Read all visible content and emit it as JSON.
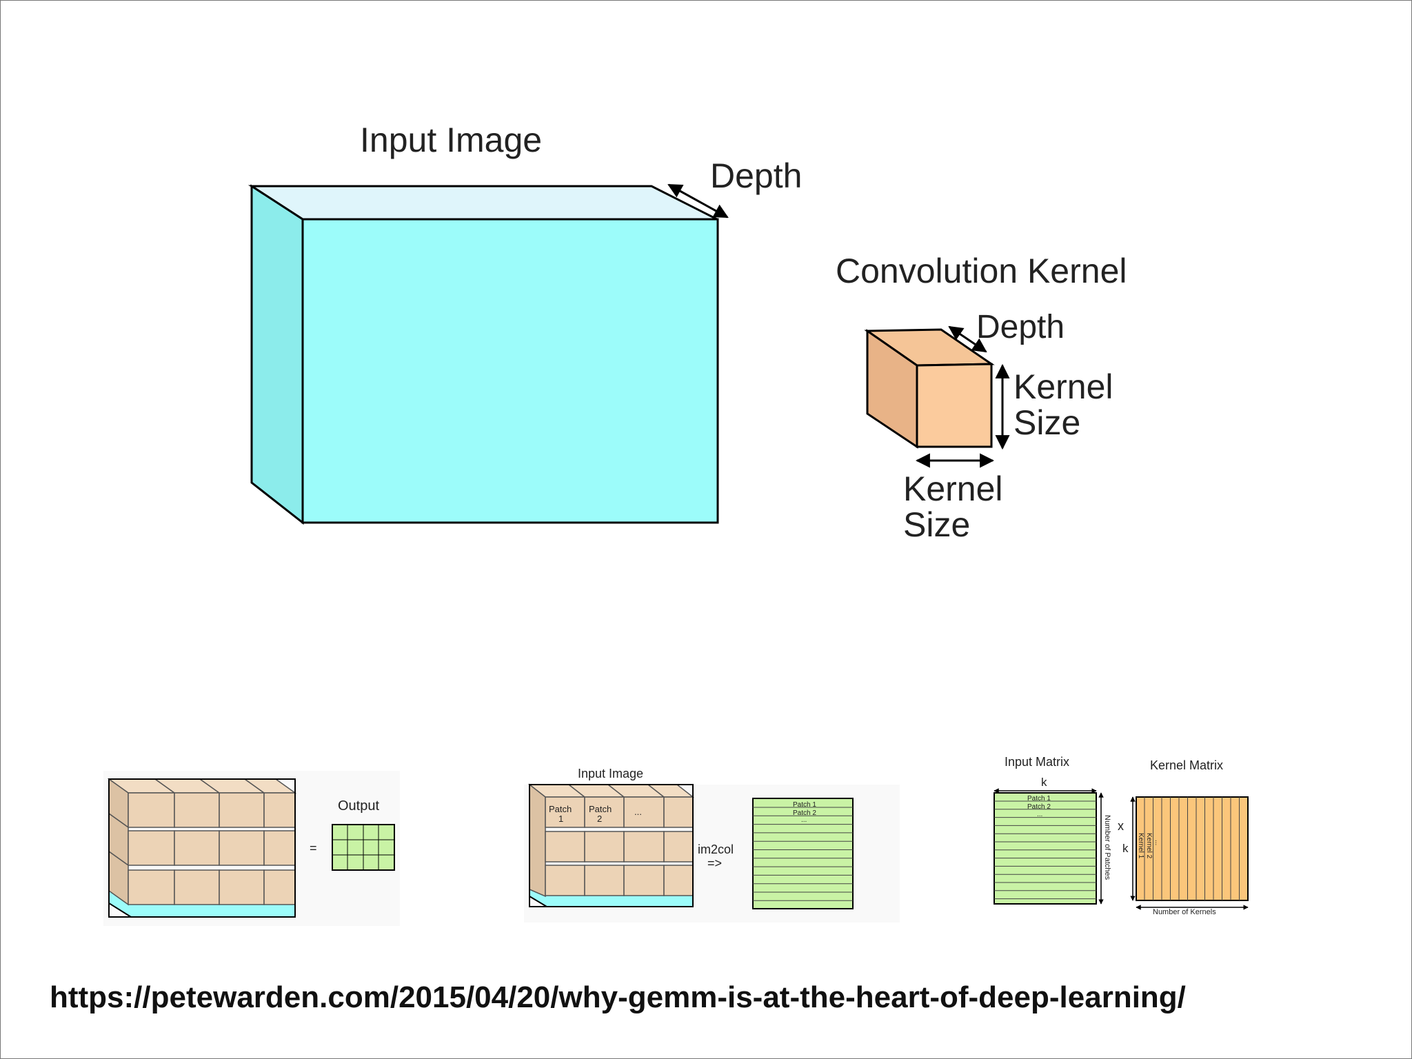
{
  "top": {
    "input_image": {
      "title": "Input Image",
      "depth_label": "Depth"
    },
    "kernel": {
      "title": "Convolution Kernel",
      "depth_label": "Depth",
      "size_label_right": [
        "Kernel",
        "Size"
      ],
      "size_label_bottom": [
        "Kernel",
        "Size"
      ]
    }
  },
  "thumbnails": {
    "convolution": {
      "output_label": "Output",
      "equals": "="
    },
    "im2col": {
      "title": "Input Image",
      "patch_labels": [
        [
          "Patch",
          "1"
        ],
        [
          "Patch",
          "2"
        ],
        [
          "...",
          ""
        ]
      ],
      "op_label": [
        "im2col",
        "=>"
      ],
      "matrix_rows": [
        "Patch 1",
        "Patch 2",
        "..."
      ]
    },
    "gemm": {
      "input_matrix_title": "Input Matrix",
      "kernel_matrix_title": "Kernel Matrix",
      "k_top": "k",
      "input_rows": [
        "Patch 1",
        "Patch 2",
        "..."
      ],
      "patches_axis": "Number of Patches",
      "times": "x",
      "k_side": "k",
      "kernel_cols": [
        "Kernel 1",
        "Kernel 2",
        "..."
      ],
      "kernels_axis": "Number of Kernels"
    }
  },
  "source_url": "https://petewarden.com/2015/04/20/why-gemm-is-at-the-heart-of-deep-learning/",
  "colors": {
    "cyan_front": "#9cfcfa",
    "cyan_side": "#8ceceb",
    "cyan_top": "#dff5fb",
    "orange_front": "#fbcb9d",
    "orange_side": "#e8b387",
    "green": "#c9f3a5",
    "tan": "#ecd3b6",
    "kernel_matrix": "#fbc67b"
  }
}
